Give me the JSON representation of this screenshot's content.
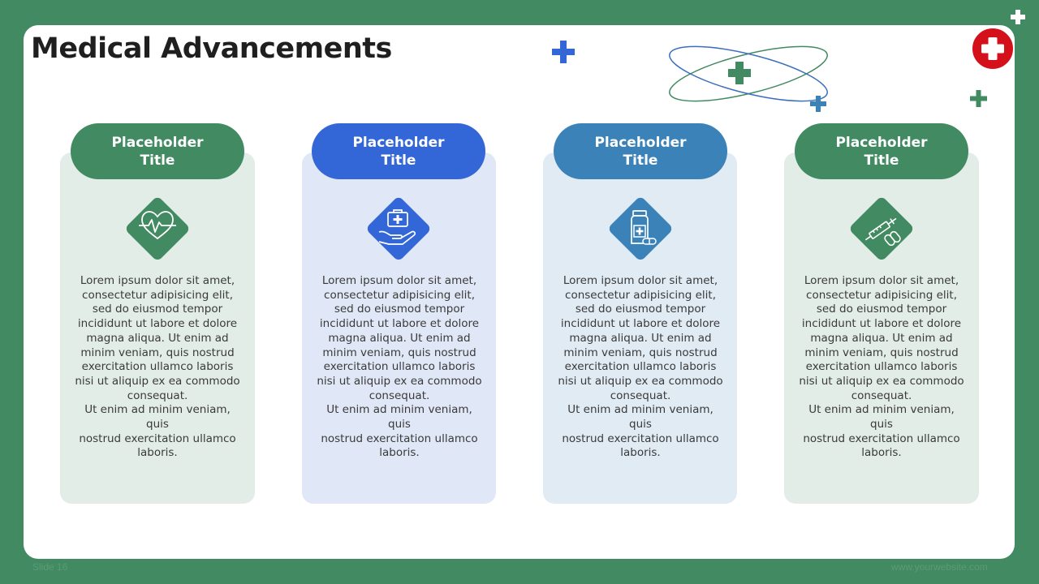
{
  "slide": {
    "title": "Medical Advancements",
    "footer_left": "Slide 16",
    "footer_right": "www.yourwebsite.com"
  },
  "colors": {
    "frame": "#418a62",
    "green": "#418a62",
    "blue": "#3366d6",
    "steel_blue": "#3a82b8",
    "red_badge": "#d4111b"
  },
  "cards": [
    {
      "title_line1": "Placeholder",
      "title_line2": "Title",
      "icon": "heart-pulse-icon",
      "pill_color": "#418a62",
      "card_color": "#e3ede7",
      "text": "Lorem ipsum dolor sit amet,\nconsectetur adipisicing elit,\nsed do eiusmod tempor\nincididunt ut labore et dolore\nmagna aliqua. Ut enim ad\nminim veniam, quis nostrud\nexercitation ullamco laboris\nnisi ut aliquip ex ea commodo\nconsequat.\nUt enim ad minim veniam, quis\nnostrud exercitation ullamco\nlaboris."
    },
    {
      "title_line1": "Placeholder",
      "title_line2": "Title",
      "icon": "first-aid-kit-in-hand-icon",
      "pill_color": "#3366d6",
      "card_color": "#e0e7f6",
      "text": "Lorem ipsum dolor sit amet,\nconsectetur adipisicing elit,\nsed do eiusmod tempor\nincididunt ut labore et dolore\nmagna aliqua. Ut enim ad\nminim veniam, quis nostrud\nexercitation ullamco laboris\nnisi ut aliquip ex ea commodo\nconsequat.\nUt enim ad minim veniam, quis\nnostrud exercitation ullamco\nlaboris."
    },
    {
      "title_line1": "Placeholder",
      "title_line2": "Title",
      "icon": "medicine-bottle-icon",
      "pill_color": "#3a82b8",
      "card_color": "#e0ebf4",
      "text": "Lorem ipsum dolor sit amet,\nconsectetur adipisicing elit,\nsed do eiusmod tempor\nincididunt ut labore et dolore\nmagna aliqua. Ut enim ad\nminim veniam, quis nostrud\nexercitation ullamco laboris\nnisi ut aliquip ex ea commodo\nconsequat.\nUt enim ad minim veniam, quis\nnostrud exercitation ullamco\nlaboris."
    },
    {
      "title_line1": "Placeholder",
      "title_line2": "Title",
      "icon": "syringe-pills-icon",
      "pill_color": "#418a62",
      "card_color": "#e3ede7",
      "text": "Lorem ipsum dolor sit amet,\nconsectetur adipisicing elit,\nsed do eiusmod tempor\nincididunt ut labore et dolore\nmagna aliqua. Ut enim ad\nminim veniam, quis nostrud\nexercitation ullamco laboris\nnisi ut aliquip ex ea commodo\nconsequat.\nUt enim ad minim veniam, quis\nnostrud exercitation ullamco\nlaboris."
    }
  ]
}
